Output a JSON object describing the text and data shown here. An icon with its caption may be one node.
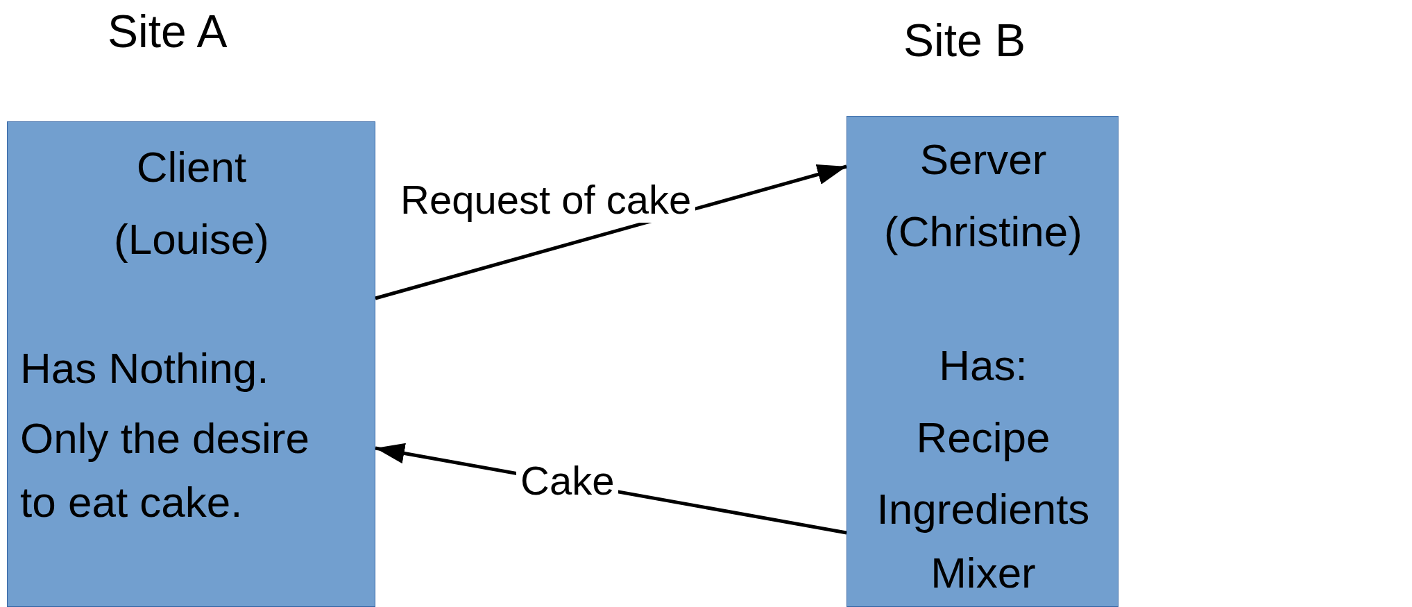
{
  "diagram": {
    "nodes": [
      {
        "text": [
          "Client (Louise)",
          "Has Nothing.",
          "Only the desire to eat cake."
        ]
      },
      {
        "text": [
          "Server (Christine)",
          "Has:",
          "Recipe",
          "Ingredients",
          "Mixer"
        ]
      }
    ],
    "edges": [
      {
        "from": 0,
        "to": 1,
        "arrow": "to",
        "label": "Request of cake"
      },
      {
        "from": 1,
        "to": 0,
        "arrow": "to",
        "label": "Cake"
      }
    ],
    "labels": [
      "Site A",
      "Site B"
    ]
  }
}
